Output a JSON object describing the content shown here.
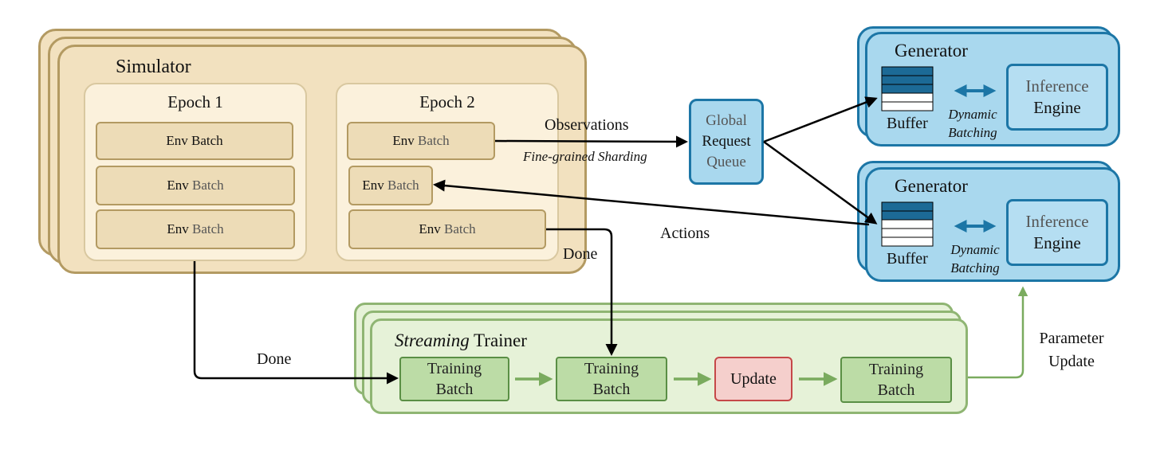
{
  "simulator": {
    "title": "Simulator",
    "epochs": [
      {
        "title": "Epoch 1",
        "batches": [
          {
            "env": "Env",
            "batch": "Batch"
          },
          {
            "env": "Env",
            "batch": "Batch"
          },
          {
            "env": "Env",
            "batch": "Batch"
          }
        ]
      },
      {
        "title": "Epoch 2",
        "batches": [
          {
            "env": "Env",
            "batch": "Batch"
          },
          {
            "env": "Env",
            "batch": "Batch"
          },
          {
            "env": "Env",
            "batch": "Batch"
          }
        ]
      }
    ]
  },
  "queue": {
    "line1": "Global",
    "line2": "Request",
    "line3": "Queue"
  },
  "generators": [
    {
      "title": "Generator",
      "buffer": "Buffer",
      "dynamic": "Dynamic",
      "batching": "Batching",
      "engine1": "Inference",
      "engine2": "Engine"
    },
    {
      "title": "Generator",
      "buffer": "Buffer",
      "dynamic": "Dynamic",
      "batching": "Batching",
      "engine1": "Inference",
      "engine2": "Engine"
    }
  ],
  "trainer": {
    "title_italic": "Streaming",
    "title_rest": " Trainer",
    "batch_line1": "Training",
    "batch_line2": "Batch",
    "update": "Update"
  },
  "labels": {
    "observations": "Observations",
    "sharding": "Fine-grained Sharding",
    "actions": "Actions",
    "done1": "Done",
    "done2": "Done",
    "param1": "Parameter",
    "param2": "Update"
  },
  "colors": {
    "sim_border": "#b39a62",
    "gen_border": "#1c76a6",
    "trainer_border": "#8fb573",
    "update_border": "#c54848",
    "buffer_fill": "#1c6a96"
  }
}
